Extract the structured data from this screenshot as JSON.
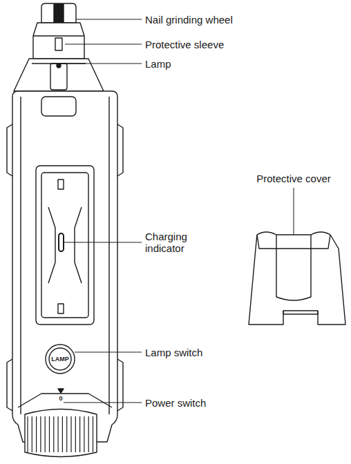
{
  "diagram": {
    "labels": [
      "Nail grinding wheel",
      "Protective sleeve",
      "Lamp",
      "Protective cover",
      "Charging indicator",
      "LAMP",
      "Lamp switch",
      "0",
      "Power switch"
    ]
  }
}
